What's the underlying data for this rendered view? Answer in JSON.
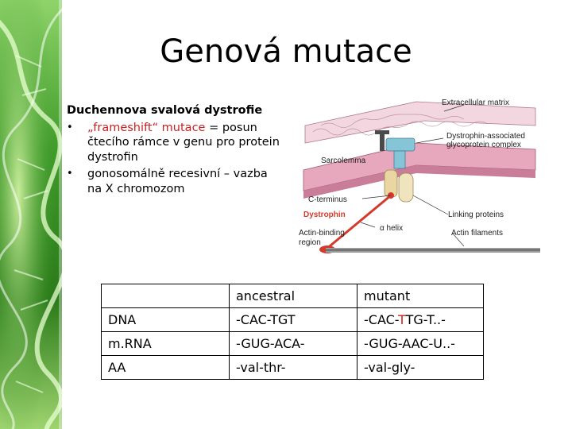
{
  "slide": {
    "title": "Genová mutace",
    "heading": "Duchennova svalová dystrofie",
    "bullet1_quoted": "„frameshift“ mutace",
    "bullet1_rest": " = posun čtecího rámce v genu pro protein dystrofin",
    "bullet2": "gonosomálně recesivní – vazba na X chromozom",
    "bullet_glyph": "•"
  },
  "figure": {
    "labels": {
      "extracellular": "Extracellular matrix",
      "dag1": "Dystrophin-associated",
      "dag2": "glycoprotein complex",
      "sarcolemma": "Sarcolemma",
      "cterm": "C-terminus",
      "dystrophin": "Dystrophin",
      "linking": "Linking proteins",
      "ab1": "Actin-binding",
      "ab2": "region",
      "helix": "α helix",
      "actin": "Actin filaments"
    }
  },
  "table": {
    "header": [
      "",
      "ancestral",
      "mutant"
    ],
    "rows": [
      {
        "label": "DNA",
        "ancestral": "-CAC-TGT",
        "mutant_pre": "-CAC-",
        "mutant_mark": "T",
        "mutant_post": "TG-T..-"
      },
      {
        "label": "m.RNA",
        "ancestral": "-GUG-ACA-",
        "mutant_pre": "-GUG-AAC-U..-",
        "mutant_mark": "",
        "mutant_post": ""
      },
      {
        "label": "AA",
        "ancestral": "-val-thr-",
        "mutant_pre": "-val-gly-",
        "mutant_mark": "",
        "mutant_post": ""
      }
    ]
  },
  "colors": {
    "accent_red": "#cc1f1f",
    "dna_green": "#2f8a1c",
    "membrane_pink": "#d98aa6",
    "dystrophin_red": "#d33a2c"
  }
}
